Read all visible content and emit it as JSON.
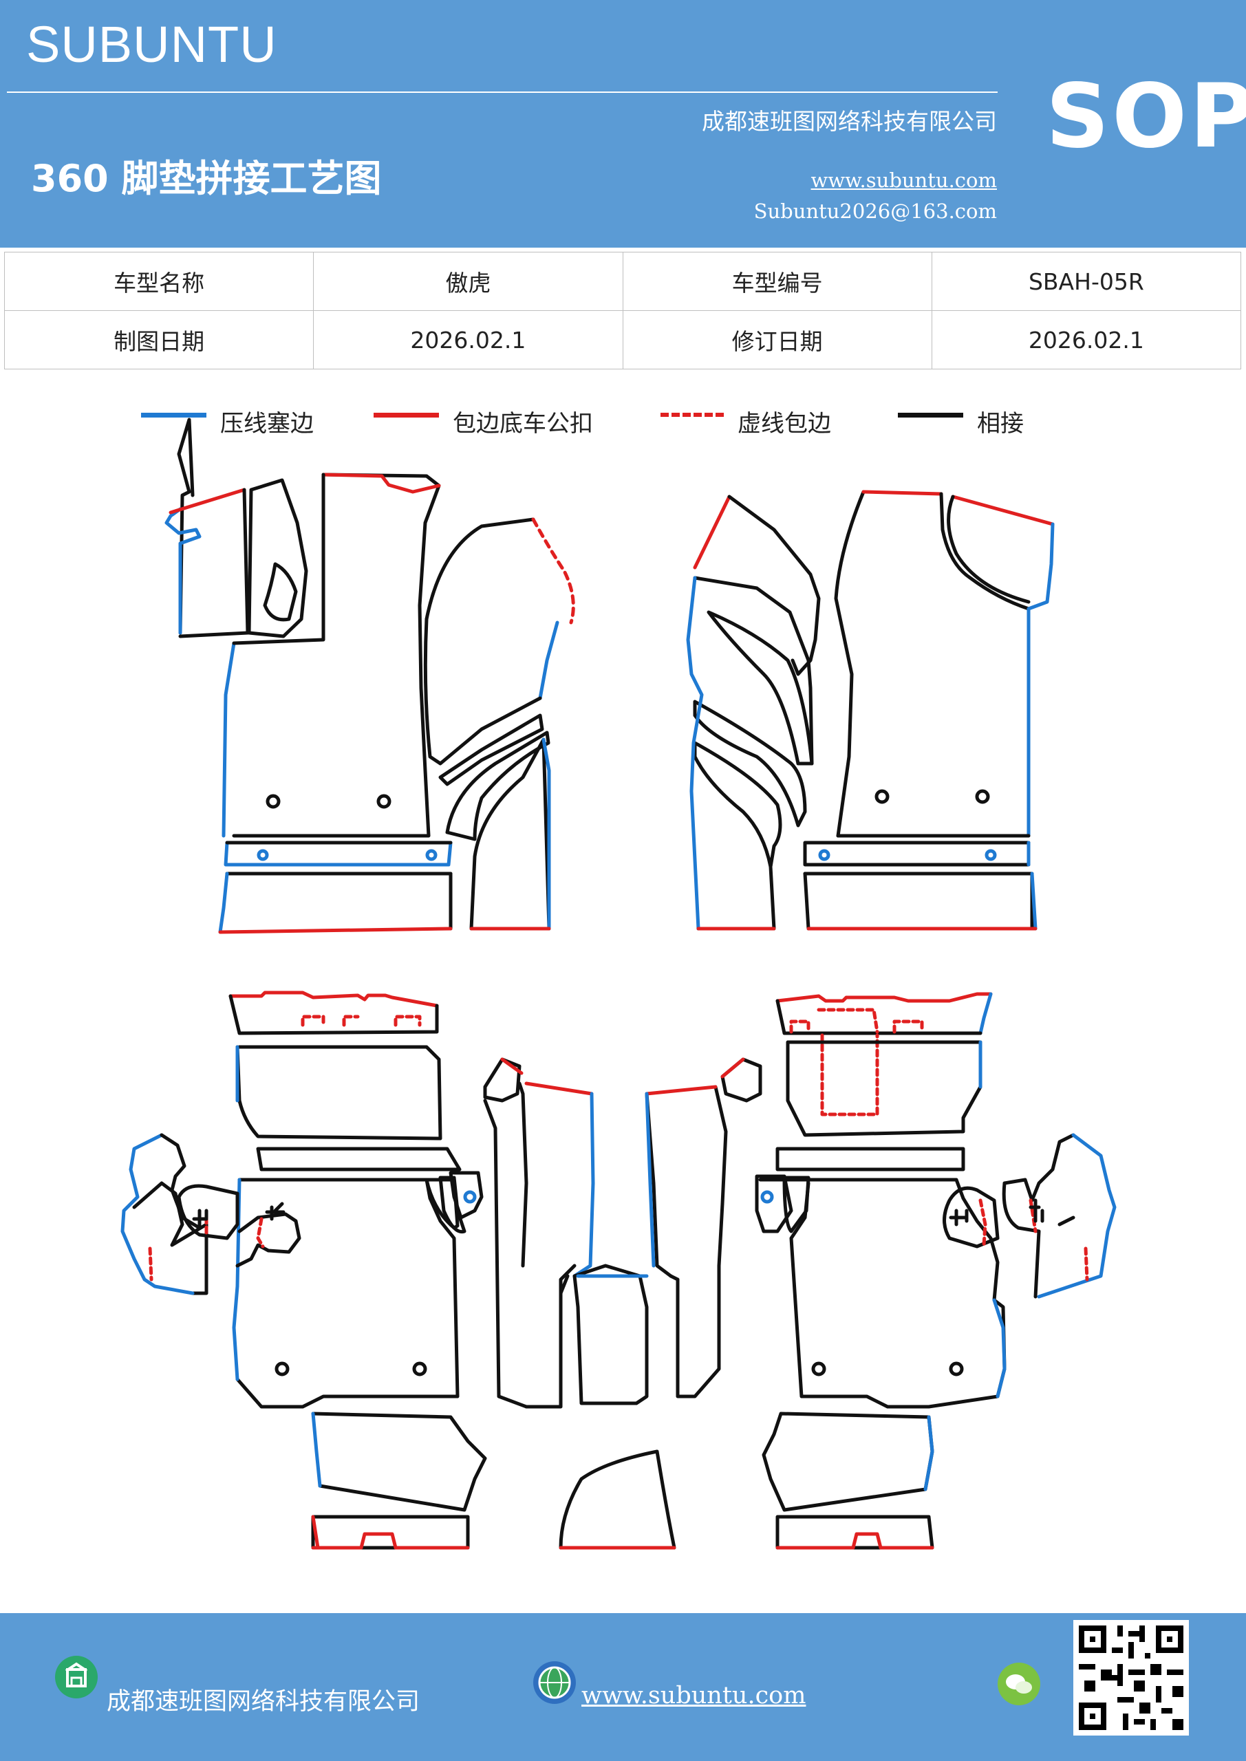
{
  "header": {
    "brand": "SUBUNTU",
    "title": "360 脚垫拼接工艺图",
    "company": "成都速班图网络科技有限公司",
    "website": "www.subuntu.com",
    "email": "Subuntu2026@163.com",
    "badge": "SOP"
  },
  "info_table": {
    "rows": [
      {
        "label1": "车型名称",
        "value1": "傲虎",
        "label2": "车型编号",
        "value2": "SBAH-05R"
      },
      {
        "label1": "制图日期",
        "value1": "2026.02.1",
        "label2": "修订日期",
        "value2": "2026.02.1"
      }
    ]
  },
  "legend": [
    {
      "label": "压线塞边",
      "color": "#1f7ad2",
      "style": "solid"
    },
    {
      "label": "包边底车公扣",
      "color": "#e02020",
      "style": "solid"
    },
    {
      "label": "虚线包边",
      "color": "#e02020",
      "style": "dashed"
    },
    {
      "label": "相接",
      "color": "#111111",
      "style": "solid"
    }
  ],
  "colors": {
    "header_bg": "#5b9bd5",
    "blue_edge": "#1f7ad2",
    "red_edge": "#e02020",
    "black_edge": "#111111"
  },
  "footer": {
    "company": "成都速班图网络科技有限公司",
    "website": "www.subuntu.com",
    "icons": [
      "building-icon",
      "globe-icon",
      "wechat-icon",
      "qr-code"
    ]
  }
}
